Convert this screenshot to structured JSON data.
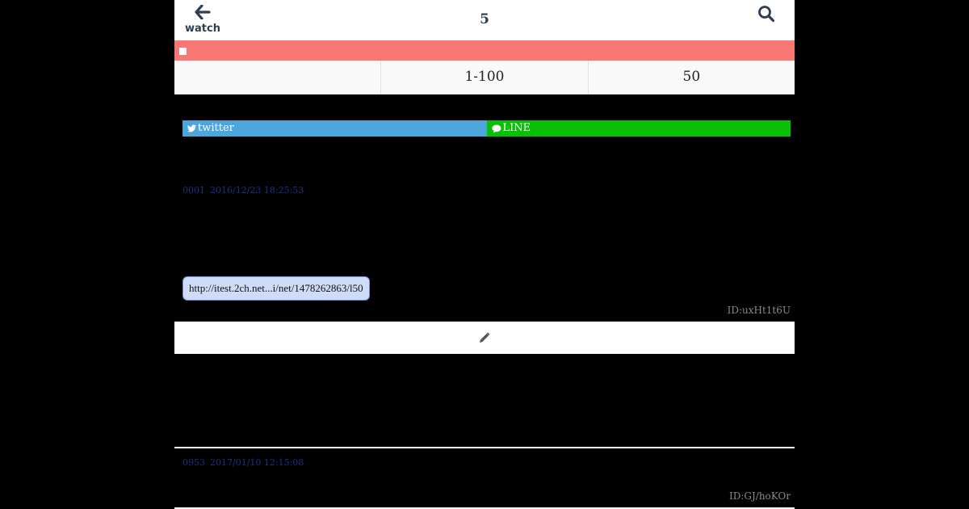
{
  "header": {
    "back_label": "watch",
    "title": "5",
    "back_icon": "arrow-left-icon",
    "search_icon": "search-icon"
  },
  "nav": {
    "cells": [
      "",
      "1-100",
      "50"
    ]
  },
  "share": {
    "twitter_label": "twitter",
    "line_label": "LINE"
  },
  "posts": [
    {
      "number": "0001",
      "datetime": "2016/12/23 18:25:53",
      "link": "http://itest.2ch.net...i/net/1478262863/l50",
      "id": "ID:uxHt1t6U"
    },
    {
      "number": "0953",
      "datetime": "2017/01/10 12:15:08",
      "id": "ID:GJ/hoKOr"
    }
  ],
  "colors": {
    "alert_bar": "#f87772",
    "twitter": "#4ba6dc",
    "line": "#08c107",
    "meta_text": "#1f2f86",
    "link_bg": "#cfdcf7"
  },
  "compose_icon": "pencil-icon"
}
